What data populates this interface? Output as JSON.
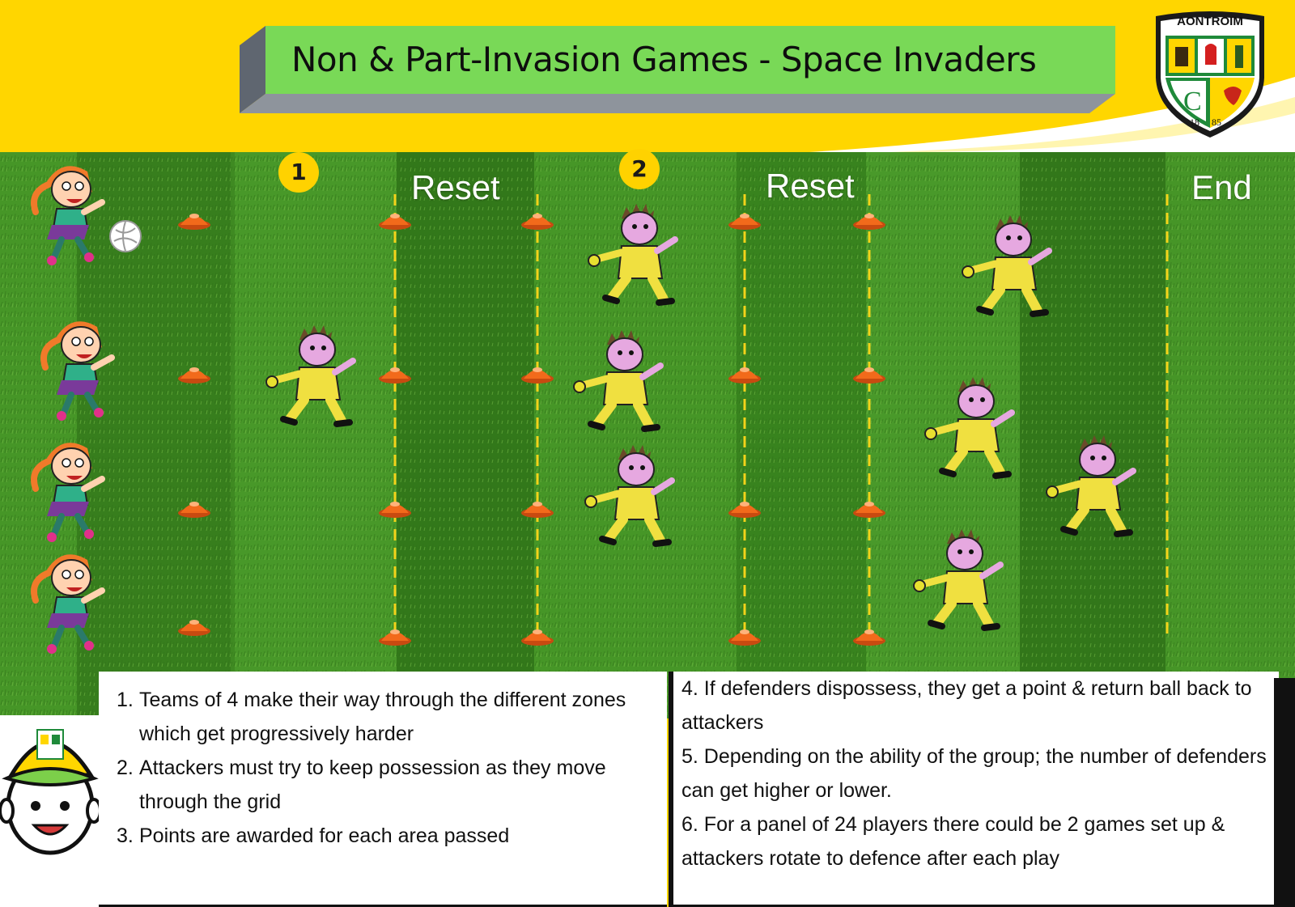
{
  "header": {
    "title": "Non & Part-Invasion Games - Space Invaders",
    "logo_text": "AONTROIM",
    "logo_year_left": "18",
    "logo_year_right": "85"
  },
  "field": {
    "zones": [
      {
        "badge": "1",
        "label": "Reset"
      },
      {
        "badge": "2",
        "label": "Reset"
      },
      {
        "badge": "",
        "label": "End"
      }
    ]
  },
  "rules_left": [
    {
      "num": "1.",
      "text": "Teams of 4 make their way through the different zones which get progressively harder"
    },
    {
      "num": "2.",
      "text": "Attackers must try to keep possession as they move through the grid"
    },
    {
      "num": "3.",
      "text": "Points are awarded for each area passed"
    }
  ],
  "rules_right": [
    "4. If defenders dispossess, they get a point & return ball back to attackers",
    "5. Depending on the ability of the group; the number of defenders can get higher or lower.",
    "6. For a panel of 24 players there could be 2 games set up & attackers rotate to defence after each play"
  ],
  "colors": {
    "header_yellow": "#ffd600",
    "title_green": "#79d957",
    "grass": "#3f8a22",
    "cone": "#f26a1b",
    "line_yellow": "#f3d31a"
  },
  "icons": {
    "attacker": "girl-attacker-icon",
    "defender": "boy-defender-icon",
    "ball": "football-icon",
    "cone": "cone-icon",
    "crest": "antrim-crest-icon",
    "mascot": "mascot-cap-icon"
  }
}
